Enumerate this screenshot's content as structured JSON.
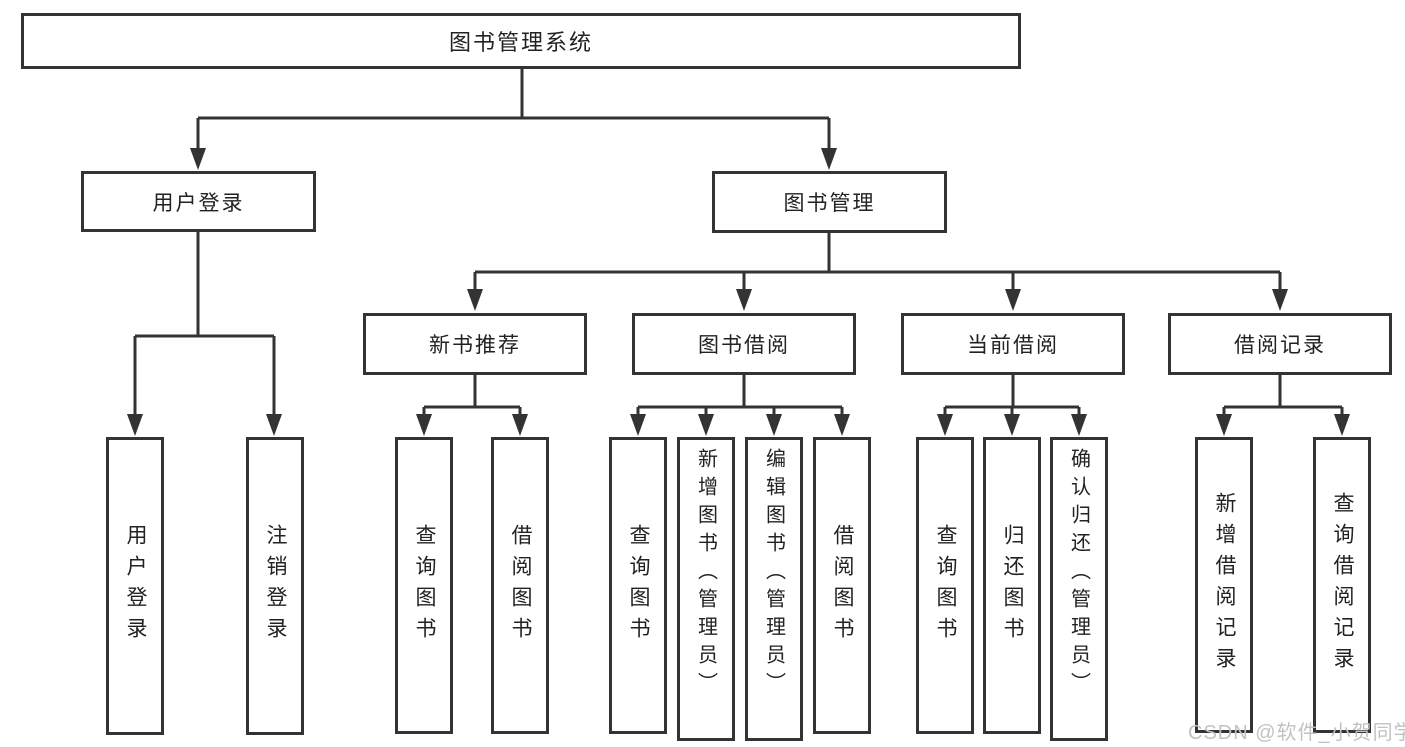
{
  "diagram_type": "hierarchy-tree",
  "hierarchy": {
    "label": "图书管理系统",
    "children": [
      {
        "label": "用户登录",
        "children": [
          {
            "label": "用户登录"
          },
          {
            "label": "注销登录"
          }
        ]
      },
      {
        "label": "图书管理",
        "children": [
          {
            "label": "新书推荐",
            "children": [
              {
                "label": "查询图书"
              },
              {
                "label": "借阅图书"
              }
            ]
          },
          {
            "label": "图书借阅",
            "children": [
              {
                "label": "查询图书"
              },
              {
                "label": "新增图书（管理员）"
              },
              {
                "label": "编辑图书（管理员）"
              },
              {
                "label": "借阅图书"
              }
            ]
          },
          {
            "label": "当前借阅",
            "children": [
              {
                "label": "查询图书"
              },
              {
                "label": "归还图书"
              },
              {
                "label": "确认归还（管理员）"
              }
            ]
          },
          {
            "label": "借阅记录",
            "children": [
              {
                "label": "新增借阅记录"
              },
              {
                "label": "查询借阅记录"
              }
            ]
          }
        ]
      }
    ]
  },
  "watermark": {
    "text": "CSDN @软件_小贺同学"
  },
  "colors": {
    "line": "#333333",
    "text": "#222222",
    "background": "#ffffff",
    "watermark": "#c2c2c2"
  }
}
